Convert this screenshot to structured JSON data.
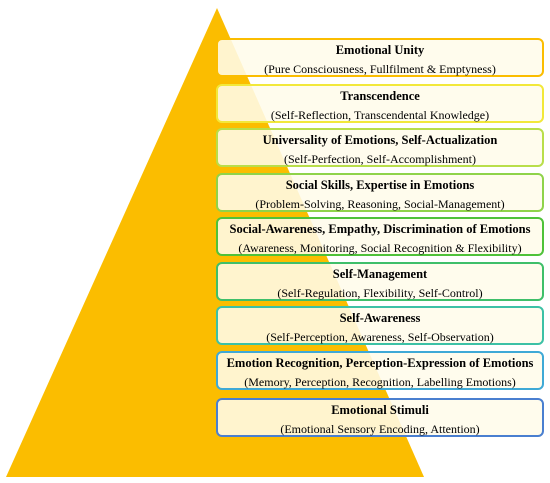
{
  "diagram": {
    "pyramid_color": "#fbbd00",
    "levels": [
      {
        "title": "Emotional Unity",
        "description": "(Pure Consciousness, Fullfilment & Emptyness)",
        "border_color": "#fbbd00"
      },
      {
        "title": "Transcendence",
        "description": "(Self-Reflection, Transcendental Knowledge)",
        "border_color": "#f2e83a"
      },
      {
        "title": "Universality of Emotions, Self-Actualization",
        "description": "(Self-Perfection, Self-Accomplishment)",
        "border_color": "#b9de4a"
      },
      {
        "title": "Social Skills, Expertise in Emotions",
        "description": "(Problem-Solving, Reasoning, Social-Management)",
        "border_color": "#8fd34a"
      },
      {
        "title": "Social-Awareness, Empathy, Discrimination of Emotions",
        "description": "(Awareness, Monitoring, Social Recognition & Flexibility)",
        "border_color": "#4fc23a"
      },
      {
        "title": "Self-Management",
        "description": "(Self-Regulation, Flexibility, Self-Control)",
        "border_color": "#3fbf6a"
      },
      {
        "title": "Self-Awareness",
        "description": "(Self-Perception, Awareness, Self-Observation)",
        "border_color": "#3cc1a6"
      },
      {
        "title": "Emotion Recognition, Perception-Expression of Emotions",
        "description": "(Memory, Perception, Recognition, Labelling Emotions)",
        "border_color": "#3fa9d6"
      },
      {
        "title": "Emotional Stimuli",
        "description": "(Emotional Sensory Encoding, Attention)",
        "border_color": "#4a7fd0"
      }
    ]
  }
}
